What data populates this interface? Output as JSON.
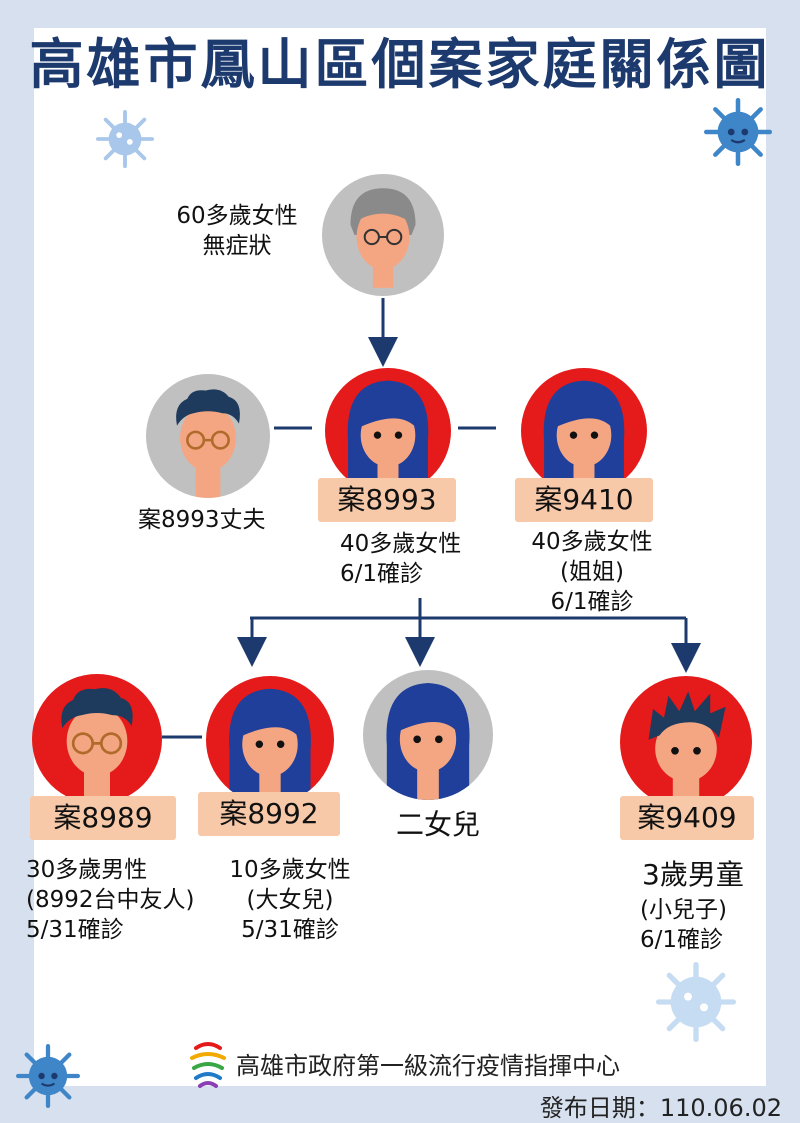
{
  "title": "高雄市鳳山區個案家庭關係圖",
  "people": {
    "grandma": {
      "line1": "60多歲女性",
      "line2": "無症狀"
    },
    "husband": {
      "caption": "案8993丈夫"
    },
    "case8993": {
      "label": "案8993",
      "line1": "40多歲女性",
      "line2": "6/1確診"
    },
    "case9410": {
      "label": "案9410",
      "line1": "40多歲女性",
      "line2": "(姐姐)",
      "line3": "6/1確診"
    },
    "case8989": {
      "label": "案8989",
      "line1": "30多歲男性",
      "line2": "(8992台中友人)",
      "line3": "5/31確診"
    },
    "case8992": {
      "label": "案8992",
      "line1": "10多歲女性",
      "line2": "(大女兒)",
      "line3": "5/31確診"
    },
    "daughter2": {
      "caption": "二女兒"
    },
    "case9409": {
      "label": "案9409",
      "line1": "3歲男童",
      "line2": "(小兒子)",
      "line3": "6/1確診"
    }
  },
  "footer": {
    "org": "高雄市政府第一級流行疫情指揮中心",
    "date": "發布日期：110.06.02"
  },
  "colors": {
    "confirmed_ring": "#e51a1a",
    "unconfirmed_ring": "#c0c0c0",
    "skin": "#f4a683",
    "female_hair": "#1f3f9a",
    "male_hair": "#1e3a5c",
    "arrow": "#1d3a6e",
    "label_bg": "#f7c9a9",
    "title": "#1d3a6e"
  },
  "icons": [
    "virus-icon",
    "kaohsiung-logo-icon"
  ]
}
